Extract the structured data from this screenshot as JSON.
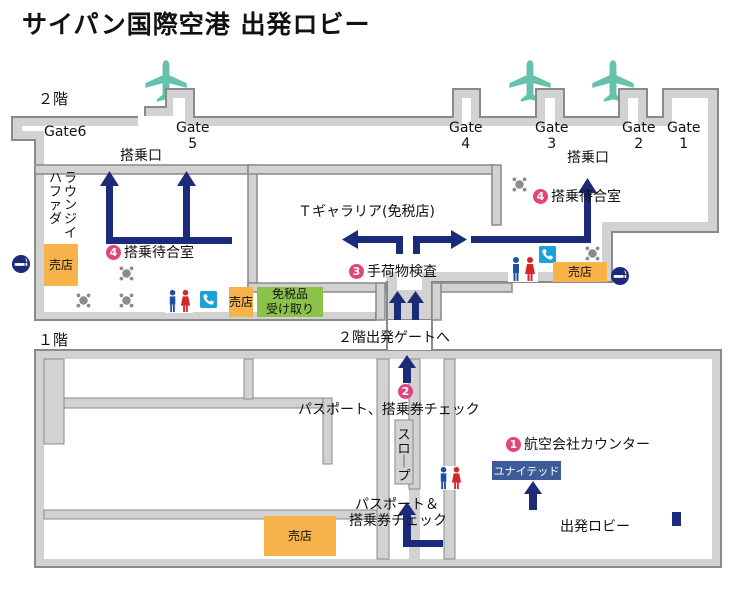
{
  "title": "サイパン国際空港 出発ロビー",
  "floors": {
    "upper": "２階",
    "lower": "１階"
  },
  "gates": [
    {
      "id": "gate6",
      "name": "Gate6"
    },
    {
      "id": "gate5",
      "name": "Gate",
      "num": "5"
    },
    {
      "id": "gate4",
      "name": "Gate",
      "num": "4"
    },
    {
      "id": "gate3",
      "name": "Gate",
      "num": "3"
    },
    {
      "id": "gate2",
      "name": "Gate",
      "num": "2"
    },
    {
      "id": "gate1",
      "name": "Gate",
      "num": "1"
    }
  ],
  "labels": {
    "boarding_left": "搭乗口",
    "boarding_right": "搭乗口",
    "waiting_left": "搭乗待合室",
    "waiting_right": "搭乗待合室",
    "gallery": "Ｔギャラリア(免税店)",
    "baggage_check": "手荷物検査",
    "to_gates": "２階出発ゲートへ",
    "passport_check_2f": "パスポート、搭乗券チェック",
    "airline_counters": "航空会社カウンター",
    "passport_check_1f_line1": "パスポート＆",
    "passport_check_1f_line2": "搭乗券チェック",
    "departure_lobby": "出発ロビー",
    "slope_vertical": "スロープ",
    "lounge_vertical": "ラウンジ"
  },
  "lounge_chars": [
    "ラ",
    "ハ",
    "ウ",
    "フ",
    "ン",
    "ァ",
    "ジ",
    "イ",
    "ダ"
  ],
  "slope_chars": [
    "ス",
    "ロ",
    "｜",
    "プ"
  ],
  "steps": {
    "airline": "1",
    "passport": "2",
    "baggage": "3",
    "waiting": "4"
  },
  "shops": {
    "shop_left": "売店",
    "shop_mid": "売店",
    "shop_right": "売店",
    "shop_1f": "売店",
    "duty_free_pickup_line1": "免税品",
    "duty_free_pickup_line2": "受け取り"
  },
  "airline": "ユナイテッド",
  "colors": {
    "wall": "#8a8a8a",
    "wall_fill": "#d2d2d2",
    "arrow": "#1c2a7a",
    "plane": "#66c2ad",
    "step_badge": "#e0457b",
    "shop": "#f7b24a",
    "duty_free": "#8bc34a",
    "united": "#3d5a99"
  },
  "icons": [
    "airplane-icon",
    "restroom-icon",
    "phone-icon",
    "smoking-icon",
    "seat-icon",
    "arrow-icon"
  ]
}
